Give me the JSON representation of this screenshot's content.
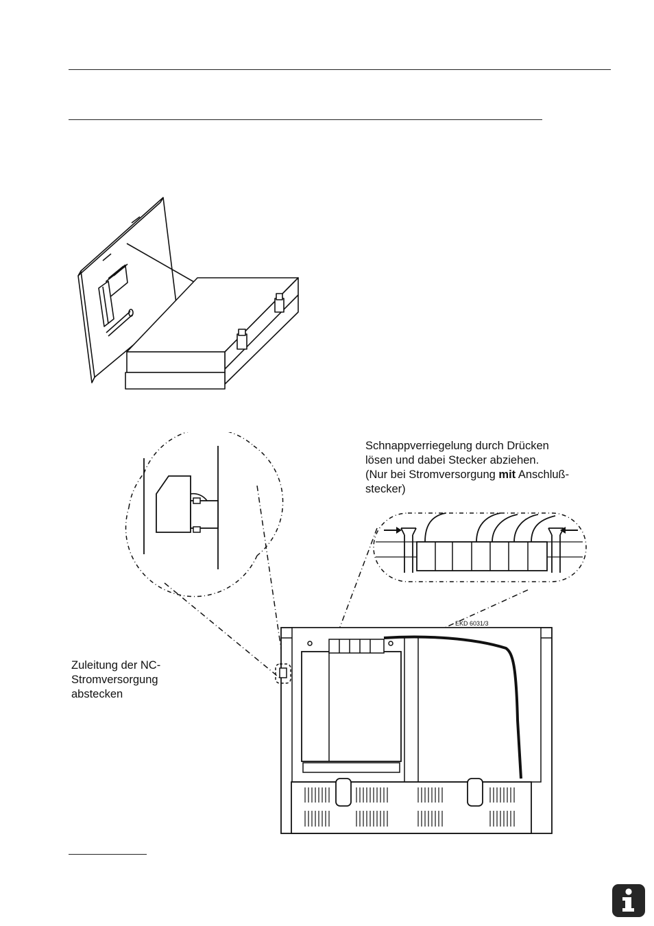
{
  "figure_top": {
    "name": "storage-case-illustration"
  },
  "figure_bottom": {
    "callout_connector": "Schnappverriegelung durch Drücken lösen und dabei Stecker abziehen.",
    "callout_connector_lines": [
      "Schnappverriegelung durch Drücken",
      "lösen und dabei Stecker abziehen.",
      "(Nur bei Stromversorgung ",
      "mit",
      " Anschluß-",
      "stecker)"
    ],
    "callout_supply_lines": [
      "Zuleitung der NC-",
      "Stromversorgung",
      "abstecken"
    ],
    "part_number": "EKD 6031/3"
  },
  "info_icon": {
    "name": "info-icon",
    "glyph": "i",
    "color": "#262626"
  }
}
